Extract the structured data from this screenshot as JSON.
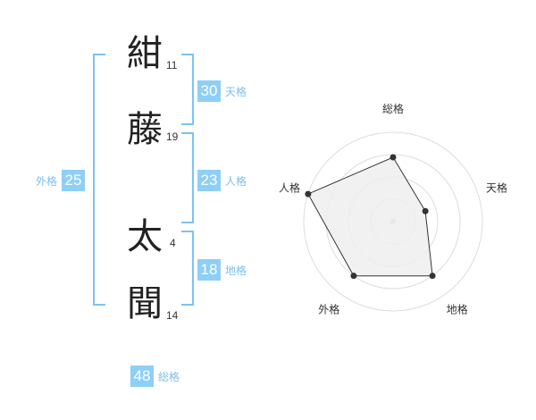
{
  "name": {
    "chars": [
      {
        "char": "紺",
        "strokes": "11"
      },
      {
        "char": "藤",
        "strokes": "19"
      },
      {
        "char": "太",
        "strokes": "4"
      },
      {
        "char": "聞",
        "strokes": "14"
      }
    ]
  },
  "scores": {
    "tenkaku": {
      "value": "30",
      "label": "天格"
    },
    "jinkaku": {
      "value": "23",
      "label": "人格"
    },
    "chikaku": {
      "value": "18",
      "label": "地格"
    },
    "gaikaku": {
      "value": "25",
      "label": "外格"
    },
    "soukaku": {
      "value": "48",
      "label": "総格"
    }
  },
  "radar": {
    "axes": [
      "総格",
      "天格",
      "地格",
      "外格",
      "人格"
    ],
    "values": [
      0.72,
      0.38,
      0.75,
      0.75,
      1.0
    ],
    "rings": 4,
    "colors": {
      "ring": "#dddddd",
      "fill": "#efefef",
      "line": "#333333",
      "center": "#bbbbbb"
    }
  }
}
